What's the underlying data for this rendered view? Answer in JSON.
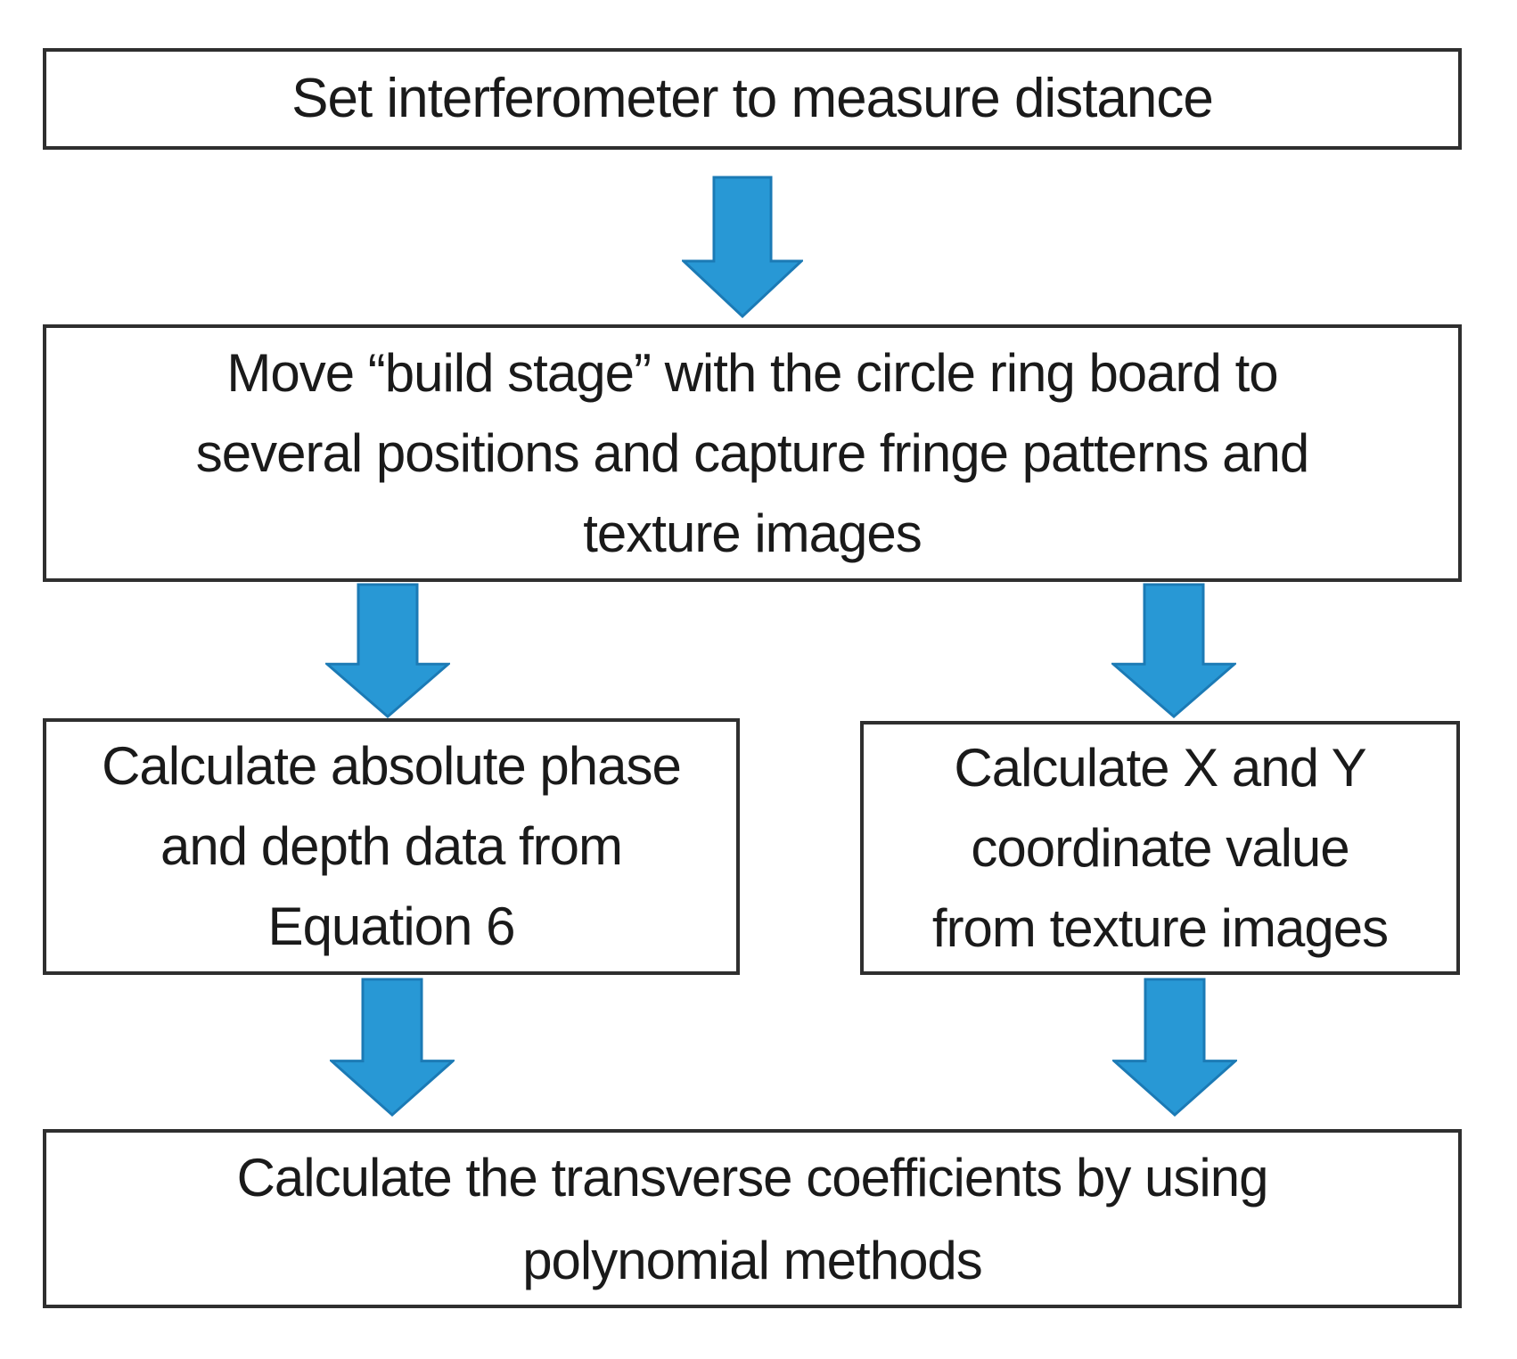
{
  "diagram": {
    "type": "flowchart",
    "background_color": "#ffffff",
    "box_border_color": "#2f2f2f",
    "text_color": "#1a1a1a",
    "arrow_color": "#2898d5",
    "arrow_outline_color": "#1b7ab5",
    "nodes": [
      {
        "id": "set-interferometer",
        "text": "Set interferometer to measure distance"
      },
      {
        "id": "move-build-stage",
        "text": "Move “build stage” with the circle ring board to\nseveral positions and capture fringe patterns and\ntexture images"
      },
      {
        "id": "calc-phase-depth",
        "text": "Calculate absolute phase\nand depth data from\nEquation 6"
      },
      {
        "id": "calc-xy-coordinates",
        "text": "Calculate X and Y\ncoordinate value\nfrom texture images"
      },
      {
        "id": "calc-transverse",
        "text": "Calculate the transverse coefficients by using\npolynomial methods"
      }
    ],
    "edges": [
      {
        "from": "set-interferometer",
        "to": "move-build-stage",
        "direction": "down"
      },
      {
        "from": "move-build-stage",
        "to": "calc-phase-depth",
        "direction": "down"
      },
      {
        "from": "move-build-stage",
        "to": "calc-xy-coordinates",
        "direction": "down"
      },
      {
        "from": "calc-phase-depth",
        "to": "calc-transverse",
        "direction": "down"
      },
      {
        "from": "calc-xy-coordinates",
        "to": "calc-transverse",
        "direction": "down"
      }
    ]
  }
}
